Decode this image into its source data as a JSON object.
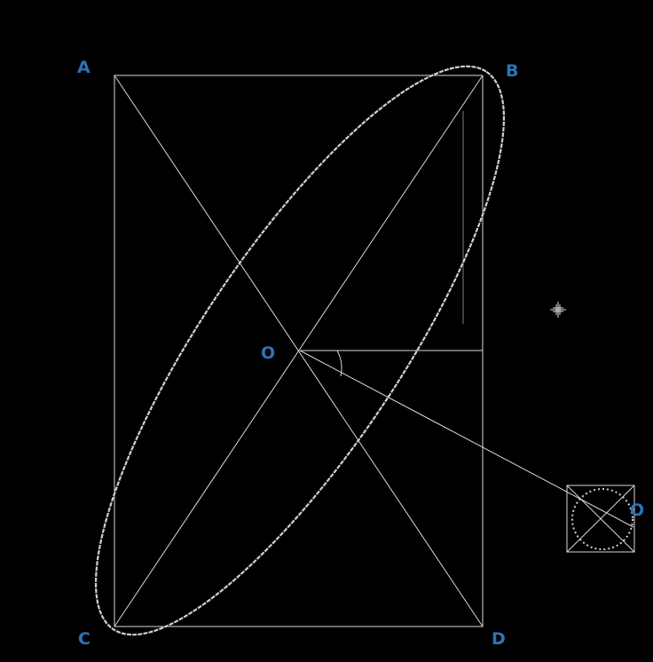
{
  "labels": {
    "A": "A",
    "B": "B",
    "C": "C",
    "D": "D",
    "O": "O",
    "O_small": "O"
  },
  "colors": {
    "background": "#000000",
    "lines": "#d8d8d8",
    "label": "#2f73b5"
  },
  "icons": {
    "cursor": "crosshair-cursor-icon"
  }
}
